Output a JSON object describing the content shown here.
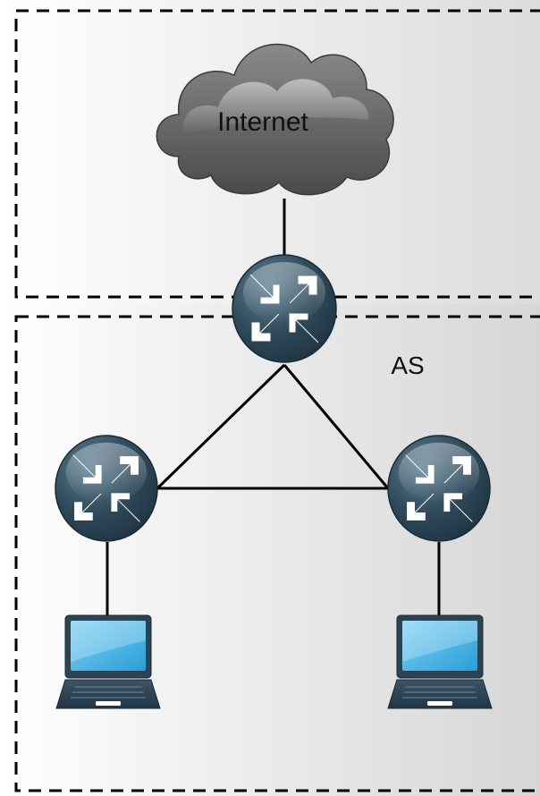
{
  "diagram": {
    "cloud": {
      "label": "Internet",
      "icon": "cloud-icon"
    },
    "zone": {
      "label": "AS"
    },
    "routers": [
      {
        "id": "router-top",
        "icon": "router-icon"
      },
      {
        "id": "router-left",
        "icon": "router-icon"
      },
      {
        "id": "router-right",
        "icon": "router-icon"
      }
    ],
    "laptops": [
      {
        "id": "laptop-left",
        "icon": "laptop-icon"
      },
      {
        "id": "laptop-right",
        "icon": "laptop-icon"
      }
    ],
    "links": [
      [
        "cloud",
        "router-top"
      ],
      [
        "router-top",
        "router-left"
      ],
      [
        "router-top",
        "router-right"
      ],
      [
        "router-left",
        "router-right"
      ],
      [
        "router-left",
        "laptop-left"
      ],
      [
        "router-right",
        "laptop-right"
      ]
    ],
    "colors": {
      "router_body": "#2f4a5a",
      "router_highlight": "#5a7c8e",
      "cloud_body": "#6e6e6e",
      "screen": "#39b0e6",
      "link": "#000000",
      "boundary": "#000000"
    }
  }
}
